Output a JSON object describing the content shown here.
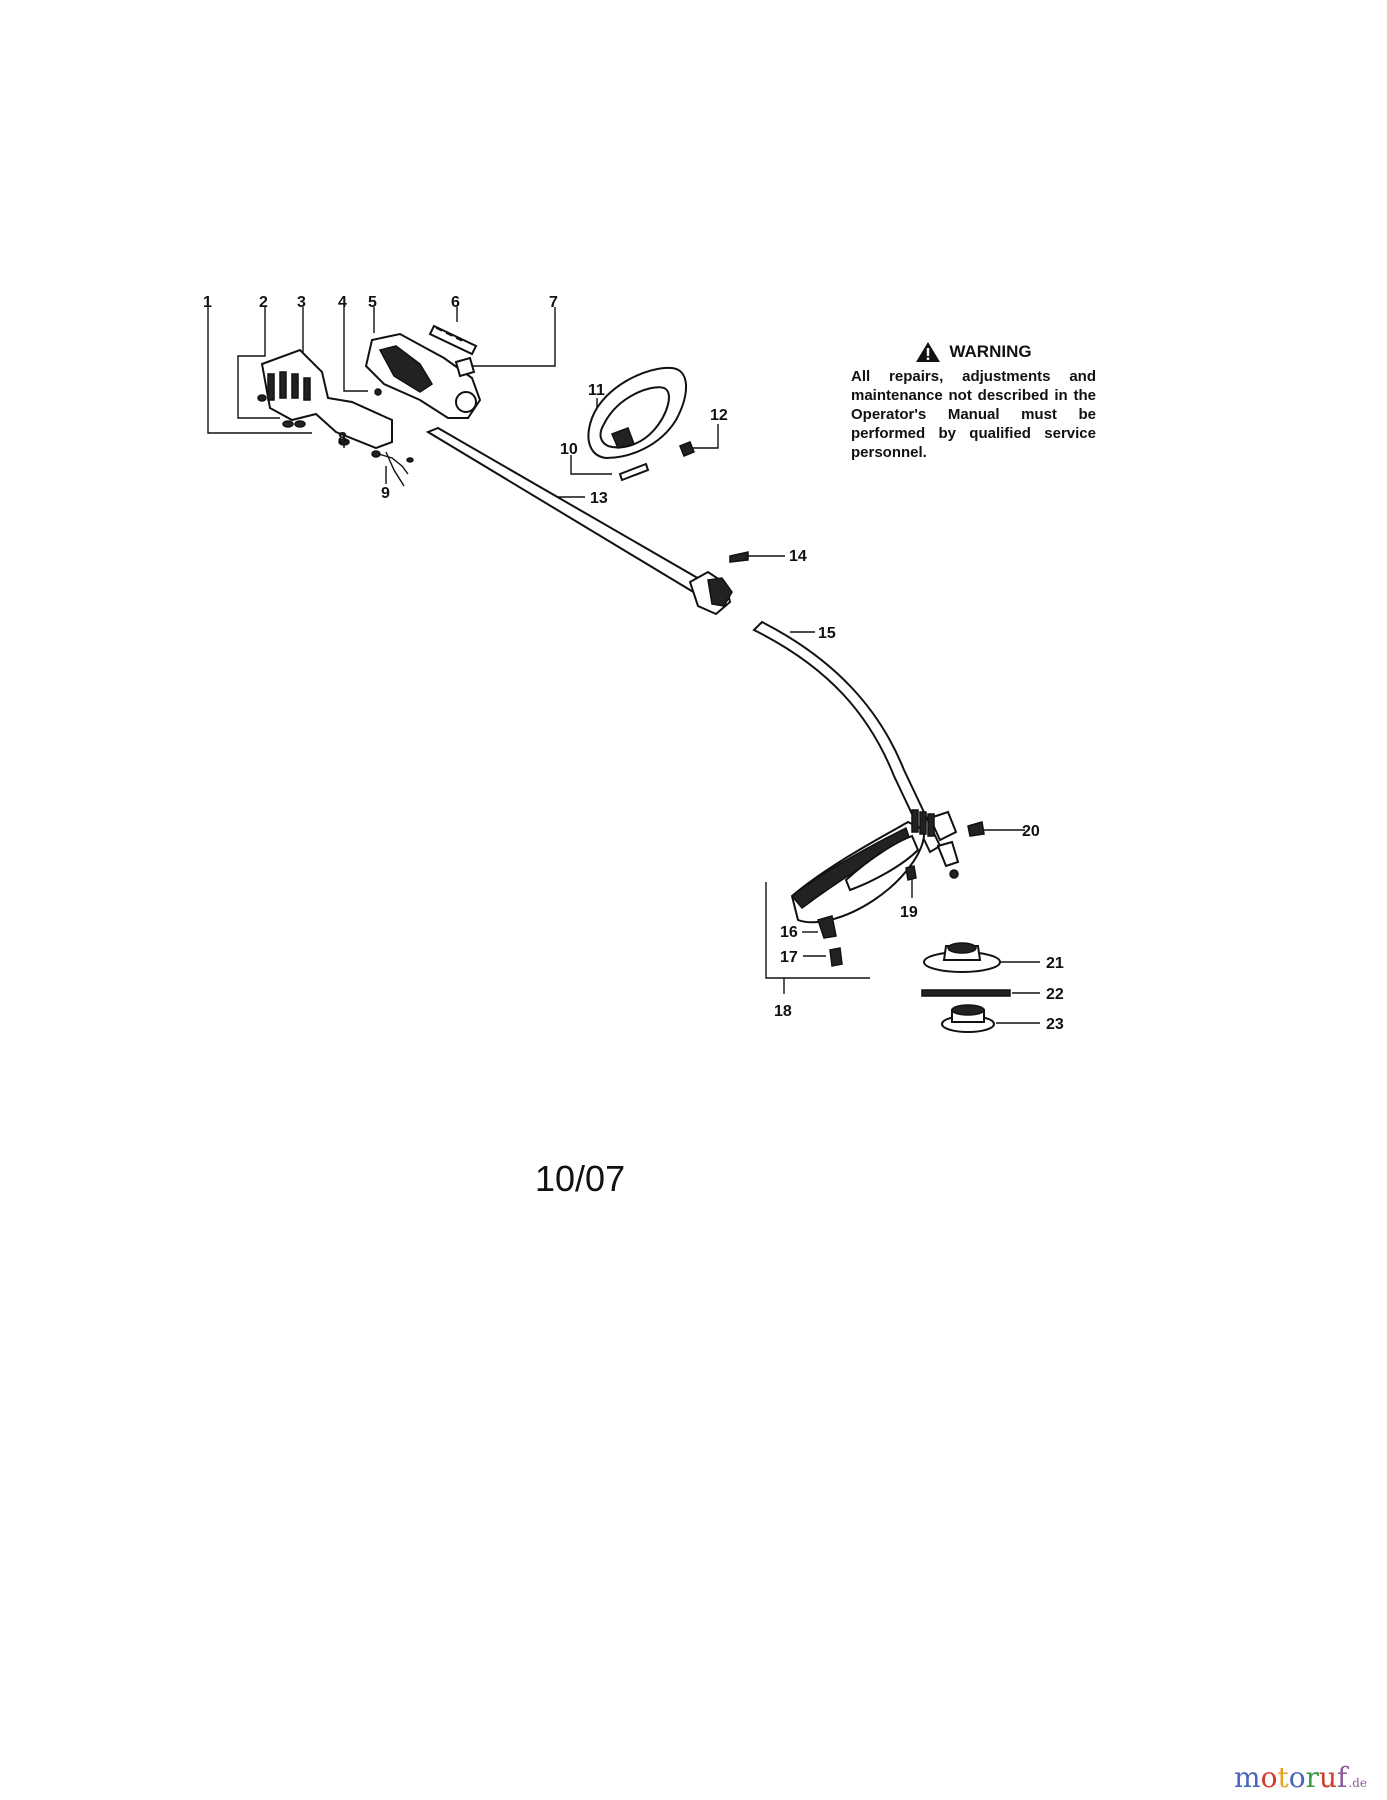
{
  "labels": [
    "1",
    "2",
    "3",
    "4",
    "5",
    "6",
    "7",
    "8",
    "9",
    "10",
    "11",
    "12",
    "13",
    "14",
    "15",
    "16",
    "17",
    "18",
    "19",
    "20",
    "21",
    "22",
    "23"
  ],
  "warning": {
    "title": "WARNING",
    "text": "All repairs, adjustments and maintenance not described in the Operator's Manual must be performed by qualified service personnel."
  },
  "date": "10/07",
  "brand": {
    "name": "motoruf",
    "tld": ".de",
    "letters": [
      "m",
      "o",
      "t",
      "o",
      "r",
      "u",
      "f"
    ],
    "colors": [
      "#4a66b8",
      "#d23c2c",
      "#e8a020",
      "#4a66b8",
      "#3a9a4a",
      "#d23c2c",
      "#8a5a9a"
    ]
  }
}
